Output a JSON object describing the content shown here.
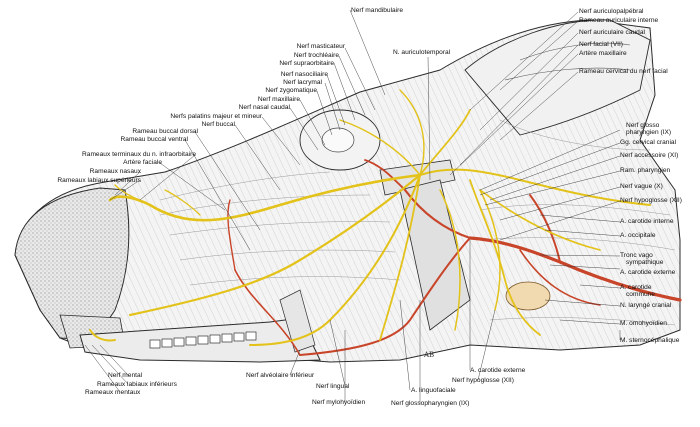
{
  "colors": {
    "nerve": "#e3c21a",
    "artery": "#c8452a",
    "outline": "#2b2b2b",
    "skull": "#cfcfcf",
    "background": "#ffffff"
  },
  "labels": {
    "top": {
      "nerf_mandibulaire": "Nerf mandibulaire",
      "nerf_masticateur": "Nerf masticateur",
      "nerf_trochleaire": "Nerf trochléaire",
      "nerf_supraorbitaire": "Nerf supraorbitaire",
      "nerf_nasociliaire": "Nerf nasociliaire",
      "nerf_lacrymal": "Nerf lacrymal",
      "nerf_zygomatique": "Nerf zygomatique",
      "nerf_maxillaire": "Nerf maxillaire",
      "nerf_nasal_caudal": "Nerf nasal caudal",
      "nerfs_palatins": "Nerfs palatins majeur et mineur",
      "nerf_buccal": "Nerf buccal",
      "rameau_buccal_dorsal": "Rameau buccal dorsal",
      "rameau_buccal_ventral": "Rameau buccal ventral",
      "rameaux_terminaux": "Rameaux terminaux du n. infraorbitaire",
      "artere_faciale": "Artère faciale",
      "rameaux_nasaux": "Rameaux nasaux",
      "rameaux_labiaux_sup": "Rameaux labiaux supérieurs",
      "n_auriculotemporal": "N. auriculotemporal"
    },
    "right": {
      "nerf_auriculopalpebral": "Nerf auriculopalpébral",
      "rameau_auriculaire_interne": "Rameau auriculaire interne",
      "nerf_auriculaire_caudal": "Nerf auriculaire caudal",
      "nerf_facial": "Nerf facial (VII)",
      "artere_maxillaire": "Artère maxillaire",
      "rameau_cervical": "Rameau cervical du nerf facial",
      "nerf_glosso_1": "Nerf glosso",
      "nerf_glosso_2": "pharyngien (IX)",
      "gg_cervical": "Gg. cervical cranial",
      "nerf_accessoire": "Nerf accessoire (XI)",
      "ram_pharyngien": "Ram. pharyngien",
      "nerf_vague": "Nerf vague (X)",
      "nerf_hypoglosse": "Nerf hypoglosse (XII)",
      "a_carotide_interne": "A. carotide interne",
      "a_occipitale": "A. occipitale",
      "tronc_vago_1": "Tronc vago",
      "tronc_vago_2": "sympathique",
      "a_carotide_externe": "A. carotide externe",
      "a_carotide_commune_1": "A. carotide",
      "a_carotide_commune_2": "commune",
      "n_larynge_cranial": "N. laryngé cranial",
      "m_omohyoidien": "M. omohyoïdien",
      "m_sternocephalique": "M. sternocéphalique"
    },
    "bottom": {
      "nerf_mental": "Nerf mental",
      "rameaux_labiaux_inf": "Rameaux labiaux inférieurs",
      "rameaux_mentaux": "Rameaux mentaux",
      "nerf_alveolaire_inf": "Nerf alvéolaire inférieur",
      "nerf_lingual": "Nerf lingual",
      "nerf_mylohyoidien": "Nerf mylohyoïdien",
      "a_linguofaciale": "A. linguofaciale",
      "nerf_glossopharyngien": "Nerf glossopharyngien (IX)",
      "a_carotide_externe_bas": "A. carotide externe",
      "nerf_hypoglosse_bas": "Nerf hypoglosse (XII)"
    },
    "signature": "AB"
  }
}
